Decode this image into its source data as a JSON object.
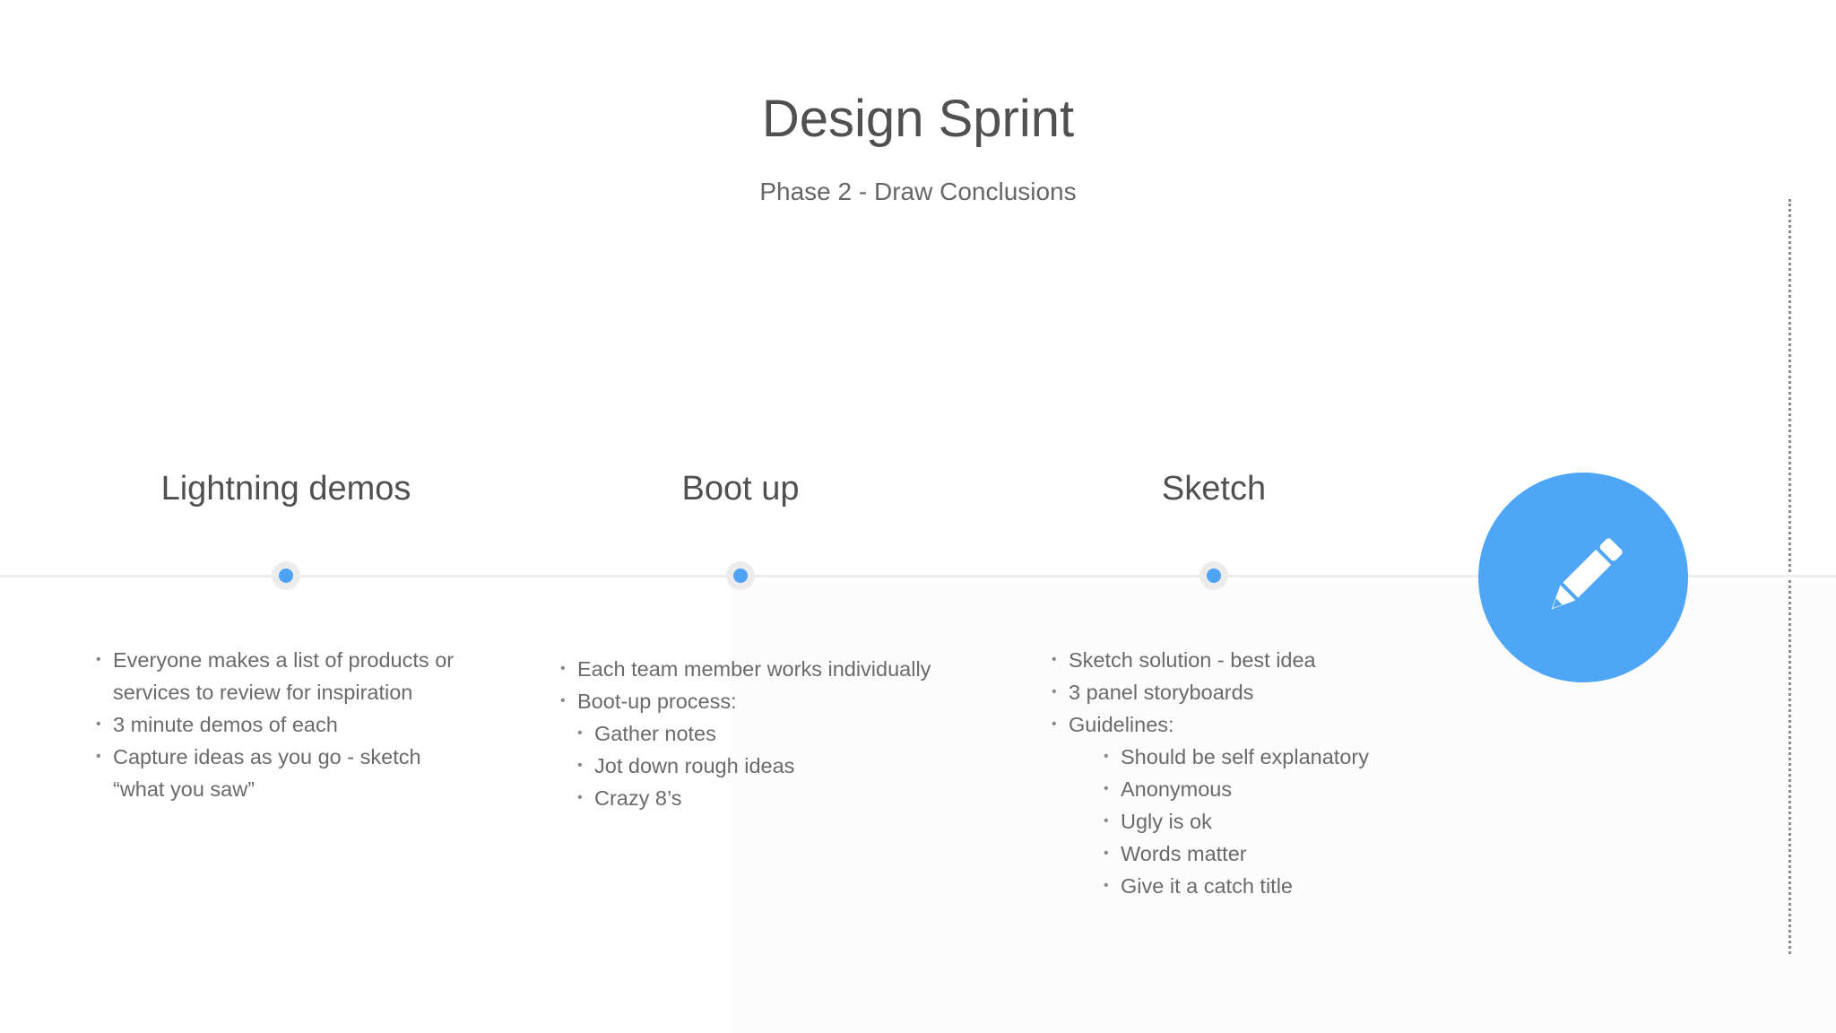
{
  "header": {
    "title": "Design Sprint",
    "subtitle": "Phase 2 - Draw Conclusions"
  },
  "colors": {
    "accent": "#4fa6f6",
    "text": "#555555"
  },
  "steps": [
    {
      "heading": "Lightning demos",
      "items": [
        "Everyone makes a list of products or",
        "services to review for inspiration",
        "3 minute demos of each",
        "Capture ideas as you go - sketch",
        "“what you saw”"
      ]
    },
    {
      "heading": "Boot up",
      "items": [
        "Each team member works individually",
        "Boot-up process:",
        "Gather notes",
        "Jot down rough ideas",
        "Crazy 8’s"
      ]
    },
    {
      "heading": "Sketch",
      "items": [
        "Sketch solution - best idea",
        "3 panel storyboards",
        "Guidelines:",
        "Should be self explanatory",
        "Anonymous",
        "Ugly is ok",
        "Words matter",
        "Give it a catch title"
      ]
    }
  ],
  "feature_icon": "pencil-icon"
}
